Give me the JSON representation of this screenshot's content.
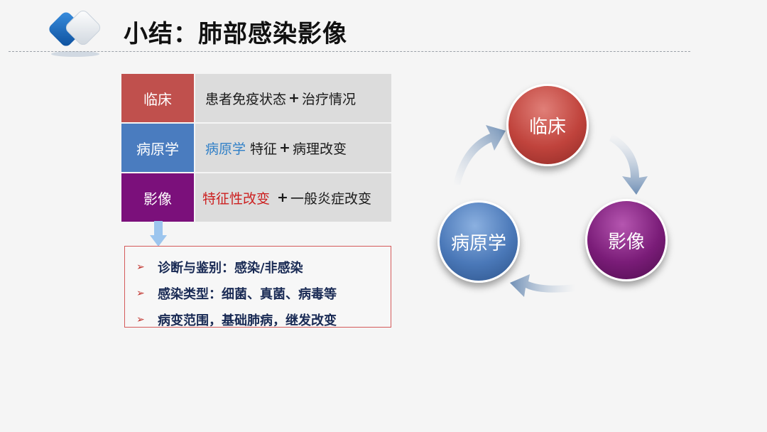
{
  "header": {
    "title": "小结：肺部感染影像"
  },
  "table": {
    "rows": [
      {
        "label": "临床",
        "color": "#c0504d",
        "parts": [
          "患者免疫状态",
          "+",
          "治疗情况"
        ]
      },
      {
        "label": "病原学",
        "color": "#4a7cbf",
        "parts": [
          "病原学",
          "特征",
          "+",
          "病理改变"
        ]
      },
      {
        "label": "影像",
        "color": "#7b107b",
        "parts": [
          "特征性改变",
          "+",
          "一般炎症改变"
        ]
      }
    ]
  },
  "bullets": {
    "marker": "➢",
    "items": [
      "诊断与鉴别：感染/非感染",
      "感染类型：细菌、真菌、病毒等",
      "病变范围，基础肺病，继发改变"
    ]
  },
  "cycle": {
    "nodes": [
      "临床",
      "影像",
      "病原学"
    ]
  },
  "colors": {
    "highlight_blue": "#2f7fc7",
    "highlight_red": "#cc1f1f"
  }
}
